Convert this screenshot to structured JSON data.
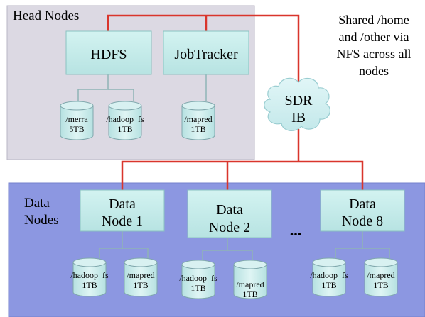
{
  "groups": {
    "head": {
      "label": "Head Nodes"
    },
    "data": {
      "label_line1": "Data",
      "label_line2": "Nodes"
    }
  },
  "nodes": {
    "hdfs": "HDFS",
    "jobtracker": "JobTracker",
    "data1": {
      "line1": "Data",
      "line2": "Node 1"
    },
    "data2": {
      "line1": "Data",
      "line2": "Node 2"
    },
    "data8": {
      "line1": "Data",
      "line2": "Node 8"
    },
    "ellipsis": "..."
  },
  "network": {
    "line1": "SDR",
    "line2": "IB"
  },
  "shared_note": {
    "line1": "Shared /home",
    "line2": "and /other via",
    "line3": "NFS across all",
    "line4": "nodes"
  },
  "disks": {
    "merra": {
      "name": "/merra",
      "size": "5TB"
    },
    "head_hadoop": {
      "name": "/hadoop_fs",
      "size": "1TB"
    },
    "head_mapred": {
      "name": "/mapred",
      "size": "1TB"
    },
    "d1_hadoop": {
      "name": "/hadoop_fs",
      "size": "1TB"
    },
    "d1_mapred": {
      "name": "/mapred",
      "size": "1TB"
    },
    "d2_hadoop": {
      "name": "/hadoop_fs",
      "size": "1TB"
    },
    "d2_mapred": {
      "name": "/mapred",
      "size": "1TB"
    },
    "d8_hadoop": {
      "name": "/hadoop_fs",
      "size": "1TB"
    },
    "d8_mapred": {
      "name": "/mapred",
      "size": "1TB"
    }
  },
  "colors": {
    "head_bg": "#dcd9e3",
    "data_bg": "#8c97e1",
    "box_fill": "#c7ecea",
    "box_stroke": "#8ac2c1",
    "connector": "#d9352c",
    "disk_line": "#8fb4b6",
    "cloud_fill": "#cdeef0"
  }
}
